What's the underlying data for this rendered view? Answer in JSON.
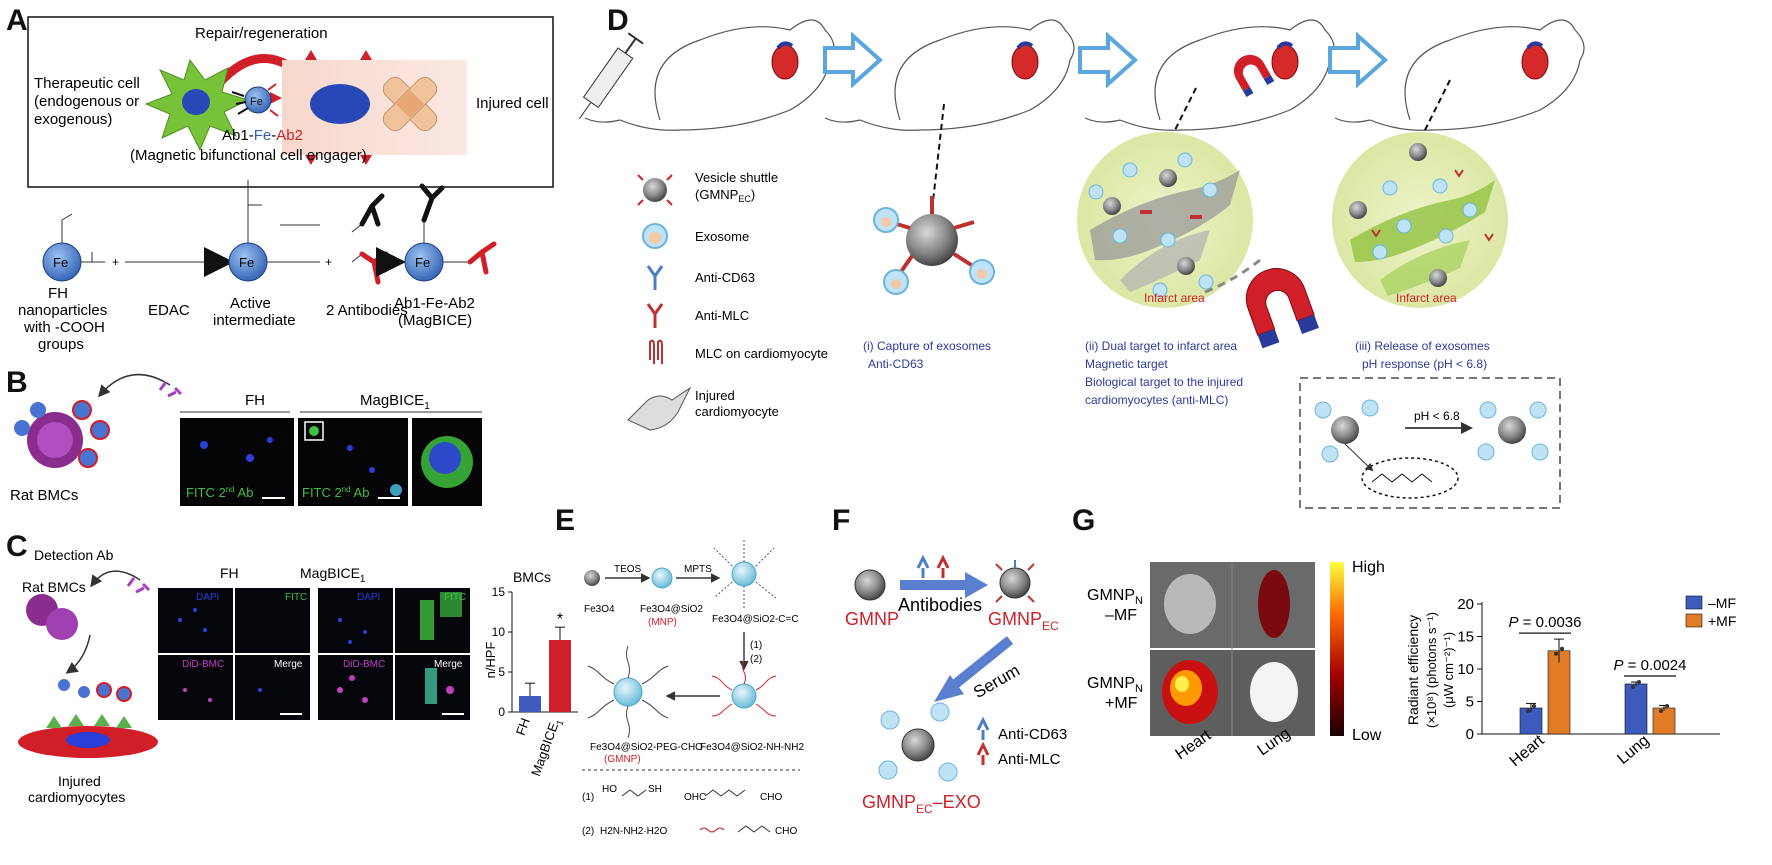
{
  "colors": {
    "fe_blue": "#2f5fb3",
    "antibody_red": "#d11f2a",
    "antibody_blue": "#4a7fc4",
    "exosome": "#f4c9a6",
    "shuttle_gray": "#7f7f7f",
    "arrow_blue": "#5aa6dd",
    "infarct_yellow": "#e9f0c2",
    "fitc_green": "#3fbf3f",
    "dapi_blue": "#2a3fd8",
    "did_magenta": "#c040c0",
    "bar_blue": "#3c5bbd",
    "bar_red": "#d11f2a",
    "bar_orange": "#e07b26",
    "text_blue": "#2b3a9b"
  },
  "panels": {
    "A": {
      "letter": "A",
      "repair_label": "Repair/regeneration",
      "therapeutic_cell_lines": [
        "Therapeutic cell",
        "(endogenous or",
        "exogenous)"
      ],
      "fe_label": "Fe",
      "ab1": "Ab1",
      "fe_text": "Fe",
      "ab2": "Ab2",
      "dash": "-",
      "engager_label": "(Magnetic bifunctional cell engager)",
      "injured_cell_label": "Injured cell",
      "reaction_labels": {
        "fh": [
          "FH",
          "nanoparticles",
          "with -COOH",
          "groups"
        ],
        "edac": "EDAC",
        "active": [
          "Active",
          "intermediate"
        ],
        "antibodies": "2 Antibodies",
        "product": [
          "Ab1-Fe-Ab2",
          "(MagBICE)"
        ]
      },
      "plus": "+"
    },
    "B": {
      "letter": "B",
      "cells_label": "Rat BMCs",
      "fh_title": "FH",
      "mag_title": "MagBICE",
      "mag_sub": "1",
      "fitc_label": "FITC 2",
      "fitc_sup": "nd",
      "fitc_suffix": " Ab"
    },
    "C": {
      "letter": "C",
      "detection_label": "Detection Ab",
      "cells_label": "Rat BMCs",
      "injured_lines": [
        "Injured",
        "cardiomyocytes"
      ],
      "fh_title": "FH",
      "mag_title": "MagBICE",
      "mag_sub": "1",
      "channel_labels": [
        "DAPI",
        "FITC",
        "DiD-BMC",
        "Merge"
      ]
    },
    "D": {
      "letter": "D",
      "legend": [
        {
          "label": "Vesicle shuttle",
          "icon": "shuttle-icon"
        },
        {
          "label": "Exosome",
          "icon": "exosome-icon"
        },
        {
          "label": "Anti-CD63",
          "icon": "anti-cd63-icon"
        },
        {
          "label": "Anti-MLC",
          "icon": "anti-mlc-icon"
        },
        {
          "label": "MLC on cardiomyocyte",
          "icon": "mlc-icon"
        },
        {
          "label": "Injured",
          "icon": "cardiomyocyte-icon"
        }
      ],
      "legend_shuttle_sub": "(GMNP",
      "legend_shuttle_subsub": "EC",
      "legend_shuttle_close": ")",
      "legend_injured_second": "cardiomyocyte",
      "step1": [
        "(i) Capture of exosomes",
        "Anti-CD63"
      ],
      "step2": [
        "(ii) Dual target to infarct area",
        "Magnetic target",
        "Biological target to the injured",
        "cardiomyocytes (anti-MLC)"
      ],
      "step3": [
        "(iii) Release of exosomes",
        "pH response (pH < 6.8)"
      ],
      "infarct_label": "Infarct area",
      "ph_label": "pH < 6.8"
    },
    "E": {
      "letter": "E",
      "teos": "TEOS",
      "mpts": "MPTS",
      "fe3o4": "Fe3O4",
      "mnp_formula": "Fe3O4@SiO2",
      "mnp_tag": "(MNP)",
      "vinyl_formula": "Fe3O4@SiO2-C=C",
      "amine_formula": "Fe3O4@SiO2-NH-NH2",
      "peg_formula": "Fe3O4@SiO2-PEG-CHO",
      "gmnp_tag": "(GMNP)",
      "step_1": "(1)",
      "step_2": "(2)",
      "reagent_1": "HO",
      "reagent_1b": "SH",
      "reagent_1c": "OHC",
      "reagent_1d": "CHO",
      "reagent_2": "H2N-NH2·H2O"
    },
    "F": {
      "letter": "F",
      "gmnp": "GMNP",
      "antibodies": "Antibodies",
      "gmnp_ec": "GMNP",
      "gmnp_ec_sub": "EC",
      "serum": "Serum",
      "product": "GMNP",
      "product_sub": "EC",
      "product_suffix": "–EXO",
      "legend": [
        "Anti-CD63",
        "Anti-MLC"
      ]
    },
    "G": {
      "letter": "G",
      "row1": [
        "GMNP",
        "N",
        "–MF"
      ],
      "row2": [
        "GMNP",
        "N",
        "+MF"
      ],
      "colorbar_high": "High",
      "colorbar_low": "Low",
      "col_labels": [
        "Heart",
        "Lung"
      ]
    }
  },
  "chart_data": [
    {
      "type": "bar",
      "title": "BMCs",
      "ylabel": "n/HPF",
      "categories": [
        "FH",
        "MagBICE1"
      ],
      "category_labels": [
        [
          "FH"
        ],
        [
          "MagBICE",
          "1"
        ]
      ],
      "values": [
        2,
        9
      ],
      "errors": [
        1.6,
        1.6
      ],
      "ylim": [
        0,
        15
      ],
      "yticks": [
        0,
        5,
        10,
        15
      ],
      "significance": "*",
      "colors": [
        "#3c5bbd",
        "#d11f2a"
      ]
    },
    {
      "type": "bar",
      "ylabel_lines": [
        "Radiant efficiency",
        "(×10⁸) (photons s⁻¹)",
        "(μW cm⁻²)⁻¹)"
      ],
      "categories": [
        "Heart",
        "Lung"
      ],
      "series": [
        {
          "name": "–MF",
          "values": [
            4,
            7.7
          ],
          "errors": [
            0.7,
            0.3
          ]
        },
        {
          "name": "+MF",
          "values": [
            12.8,
            4
          ],
          "errors": [
            1.8,
            0.4
          ]
        }
      ],
      "ylim": [
        0,
        20
      ],
      "yticks": [
        0,
        5,
        10,
        15,
        20
      ],
      "p_values": [
        "P = 0.0036",
        "P = 0.0024"
      ],
      "p_prefix": "P",
      "p_values_numbers": [
        "= 0.0036",
        "= 0.0024"
      ],
      "legend_placement": "top-right"
    }
  ]
}
